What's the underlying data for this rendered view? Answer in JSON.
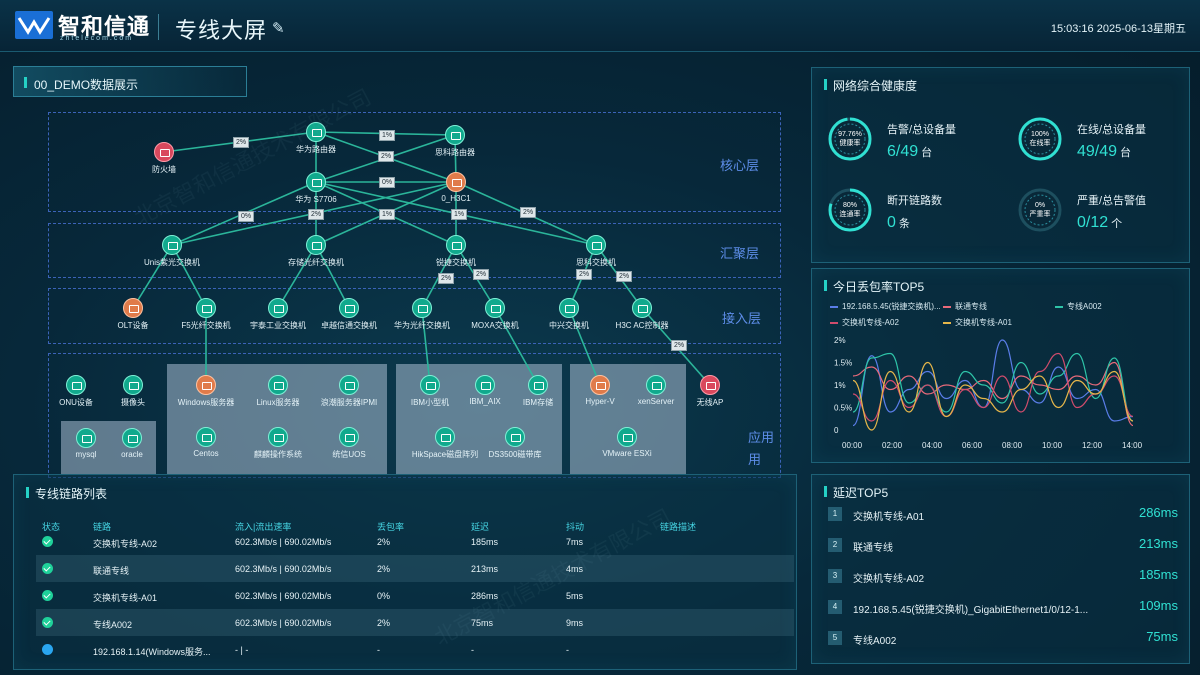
{
  "header": {
    "brand": "智和信通",
    "brand_sub": "zhtelecom.com",
    "title": "专线大屏",
    "clock": "15:03:16 2025-06-13星期五"
  },
  "colors": {
    "accent": "#25d1c6",
    "value": "#30e0d2",
    "layer_border": "#3b63b8",
    "healthy": "#1fd19a",
    "unknown": "#2aa6f0"
  },
  "demo_tab": {
    "label": "00_DEMO数据展示"
  },
  "topology": {
    "layers": [
      {
        "label": "核心层"
      },
      {
        "label": "汇聚层"
      },
      {
        "label": "接入层"
      },
      {
        "label": "应用"
      }
    ],
    "layer_label_extra": "用",
    "nodes": [
      {
        "id": "firewall",
        "label": "防火墙",
        "icon": "firewall-icon",
        "status": "alarm"
      },
      {
        "id": "huawei_router",
        "label": "华为路由器",
        "icon": "router-icon",
        "status": "ok"
      },
      {
        "id": "cisco_router",
        "label": "思科路由器",
        "icon": "router-icon",
        "status": "ok"
      },
      {
        "id": "huawei_s7706",
        "label": "华为 S7706",
        "icon": "switch-icon",
        "status": "ok"
      },
      {
        "id": "h3c1",
        "label": "0_H3C1",
        "icon": "switch-icon",
        "status": "warning"
      },
      {
        "id": "unis",
        "label": "Unis紫光交换机",
        "icon": "switch-icon",
        "status": "ok"
      },
      {
        "id": "storage_fc",
        "label": "存储光纤交换机",
        "icon": "switch-icon",
        "status": "ok"
      },
      {
        "id": "ruijie",
        "label": "锐捷交换机",
        "icon": "switch-icon",
        "status": "ok"
      },
      {
        "id": "cisco_sw",
        "label": "思科交换机",
        "icon": "switch-icon",
        "status": "ok"
      },
      {
        "id": "olt",
        "label": "OLT设备",
        "icon": "olt-icon",
        "status": "warning"
      },
      {
        "id": "f5",
        "label": "F5光纤交换机",
        "icon": "switch-icon",
        "status": "ok"
      },
      {
        "id": "yutai",
        "label": "宇泰工业交换机",
        "icon": "switch-icon",
        "status": "ok"
      },
      {
        "id": "zhuoyue",
        "label": "卓越信通交换机",
        "icon": "switch-icon",
        "status": "ok"
      },
      {
        "id": "huawei_fc",
        "label": "华为光纤交换机",
        "icon": "switch-icon",
        "status": "ok"
      },
      {
        "id": "moxa",
        "label": "MOXA交换机",
        "icon": "switch-icon",
        "status": "ok"
      },
      {
        "id": "zte",
        "label": "中兴交换机",
        "icon": "switch-icon",
        "status": "ok"
      },
      {
        "id": "h3c_ac",
        "label": "H3C AC控制器",
        "icon": "ac-controller-icon",
        "status": "ok"
      },
      {
        "id": "onu",
        "label": "ONU设备",
        "icon": "onu-icon",
        "status": "ok"
      },
      {
        "id": "camera",
        "label": "摄像头",
        "icon": "camera-icon",
        "status": "ok"
      },
      {
        "id": "windows",
        "label": "Windows服务器",
        "icon": "windows-icon",
        "status": "warning"
      },
      {
        "id": "linux",
        "label": "Linux服务器",
        "icon": "linux-icon",
        "status": "ok"
      },
      {
        "id": "inspur",
        "label": "浪潮服务器IPMI",
        "icon": "server-icon",
        "status": "ok"
      },
      {
        "id": "ibm_mini",
        "label": "IBM小型机",
        "icon": "ibm-icon",
        "status": "ok"
      },
      {
        "id": "ibm_aix",
        "label": "IBM_AIX",
        "icon": "ibm-icon",
        "status": "ok"
      },
      {
        "id": "ibm_storage",
        "label": "IBM存储",
        "icon": "ibm-icon",
        "status": "ok"
      },
      {
        "id": "hyperv",
        "label": "Hyper-V",
        "icon": "hyperv-icon",
        "status": "warning"
      },
      {
        "id": "xen",
        "label": "xenServer",
        "icon": "xen-icon",
        "status": "ok"
      },
      {
        "id": "wifi_ap",
        "label": "无线AP",
        "icon": "wifi-ap-icon",
        "status": "alarm"
      },
      {
        "id": "mysql",
        "label": "mysql",
        "icon": "database-icon",
        "status": "ok"
      },
      {
        "id": "oracle",
        "label": "oracle",
        "icon": "database-icon",
        "status": "ok"
      },
      {
        "id": "centos",
        "label": "Centos",
        "icon": "centos-icon",
        "status": "ok"
      },
      {
        "id": "kylin",
        "label": "麒麟操作系统",
        "icon": "server-icon",
        "status": "ok"
      },
      {
        "id": "uos",
        "label": "统信UOS",
        "icon": "uos-icon",
        "status": "ok"
      },
      {
        "id": "hikspace",
        "label": "HikSpace磁盘阵列",
        "icon": "disk-array-icon",
        "status": "ok"
      },
      {
        "id": "ds3500",
        "label": "DS3500磁带库",
        "icon": "tape-library-icon",
        "status": "ok"
      },
      {
        "id": "esxi",
        "label": "VMware ESXi",
        "icon": "vmware-icon",
        "status": "ok"
      }
    ],
    "link_labels": [
      "2%",
      "1%",
      "2%",
      "0%",
      "0%",
      "2%",
      "1%",
      "1%",
      "2%",
      "2%",
      "2%",
      "2%",
      "2%",
      "2%"
    ]
  },
  "link_list": {
    "title": "专线链路列表",
    "columns": [
      "状态",
      "链路",
      "流入|流出速率",
      "丢包率",
      "延迟",
      "抖动",
      "链路描述"
    ],
    "rows": [
      {
        "status": "ok",
        "name": "交换机专线-A02",
        "rate": "602.3Mb/s | 690.02Mb/s",
        "loss": "2%",
        "delay": "185ms",
        "jitter": "7ms",
        "desc": ""
      },
      {
        "status": "ok",
        "name": "联通专线",
        "rate": "602.3Mb/s | 690.02Mb/s",
        "loss": "2%",
        "delay": "213ms",
        "jitter": "4ms",
        "desc": ""
      },
      {
        "status": "ok",
        "name": "交换机专线-A01",
        "rate": "602.3Mb/s | 690.02Mb/s",
        "loss": "0%",
        "delay": "286ms",
        "jitter": "5ms",
        "desc": ""
      },
      {
        "status": "ok",
        "name": "专线A002",
        "rate": "602.3Mb/s | 690.02Mb/s",
        "loss": "2%",
        "delay": "75ms",
        "jitter": "9ms",
        "desc": ""
      },
      {
        "status": "unknown",
        "name": "192.168.1.14(Windows服务...",
        "rate": "- | -",
        "loss": "-",
        "delay": "-",
        "jitter": "-",
        "desc": ""
      }
    ]
  },
  "health": {
    "title": "网络综合健康度",
    "items": [
      {
        "gauge_value": "97.76%",
        "gauge_label": "健康率",
        "fraction": 0.9776,
        "label": "告警/总设备量",
        "value": "6/49",
        "unit": "台"
      },
      {
        "gauge_value": "100%",
        "gauge_label": "在线率",
        "fraction": 1.0,
        "label": "在线/总设备量",
        "value": "49/49",
        "unit": "台"
      },
      {
        "gauge_value": "80%",
        "gauge_label": "连通率",
        "fraction": 0.8,
        "label": "断开链路数",
        "value": "0",
        "unit": "条"
      },
      {
        "gauge_value": "0%",
        "gauge_label": "严重率",
        "fraction": 0.0,
        "label": "严重/总告警值",
        "value": "0/12",
        "unit": "个"
      }
    ]
  },
  "loss_top5": {
    "title": "今日丢包率TOP5",
    "chart_data": {
      "type": "line",
      "x": [
        "00:00",
        "02:00",
        "04:00",
        "06:00",
        "08:00",
        "10:00",
        "12:00",
        "14:00"
      ],
      "y_ticks": [
        "2%",
        "1.5%",
        "1%",
        "0.5%",
        "0"
      ],
      "ylim": [
        0,
        2
      ],
      "series": [
        {
          "name": "192.168.5.45(锐捷交换机)...",
          "color": "#5a7de8",
          "values": [
            0.1,
            1.65,
            0.4,
            0.9,
            1.3,
            0.7,
            1.1,
            0.5,
            2.0,
            0.9,
            0.6,
            1.4,
            0.7,
            0.9,
            0.2,
            0.3
          ]
        },
        {
          "name": "联通专线",
          "color": "#e86a7a",
          "values": [
            1.2,
            1.4,
            0.9,
            1.2,
            0.8,
            1.0,
            0.9,
            1.1,
            0.7,
            1.2,
            1.0,
            0.9,
            1.2,
            1.0,
            1.5,
            0.1
          ]
        },
        {
          "name": "专线A002",
          "color": "#2ec4a8",
          "values": [
            0.4,
            1.6,
            1.7,
            0.6,
            1.0,
            0.4,
            1.3,
            1.0,
            0.6,
            1.5,
            0.8,
            1.2,
            1.7,
            0.7,
            1.6,
            0.2
          ]
        },
        {
          "name": "交换机专线-A02",
          "color": "#d04c6c",
          "values": [
            0.8,
            0.2,
            1.1,
            0.5,
            1.0,
            0.3,
            0.9,
            0.5,
            1.2,
            0.4,
            1.3,
            1.7,
            0.5,
            0.8,
            1.2,
            0.3
          ]
        },
        {
          "name": "交换机专线-A01",
          "color": "#e5b64a",
          "values": [
            1.1,
            0.0,
            1.3,
            0.4,
            1.5,
            0.3,
            1.0,
            0.7,
            0.4,
            0.9,
            1.2,
            0.5,
            1.1,
            0.8,
            1.3,
            0.2
          ]
        }
      ]
    }
  },
  "delay_top5": {
    "title": "延迟TOP5",
    "items": [
      {
        "rank": "1",
        "name": "交换机专线-A01",
        "value": "286ms"
      },
      {
        "rank": "2",
        "name": "联通专线",
        "value": "213ms"
      },
      {
        "rank": "3",
        "name": "交换机专线-A02",
        "value": "185ms"
      },
      {
        "rank": "4",
        "name": "192.168.5.45(锐捷交换机)_GigabitEthernet1/0/12-1...",
        "value": "109ms"
      },
      {
        "rank": "5",
        "name": "专线A002",
        "value": "75ms"
      }
    ]
  },
  "watermark": "北京智和信通技术有限公司"
}
